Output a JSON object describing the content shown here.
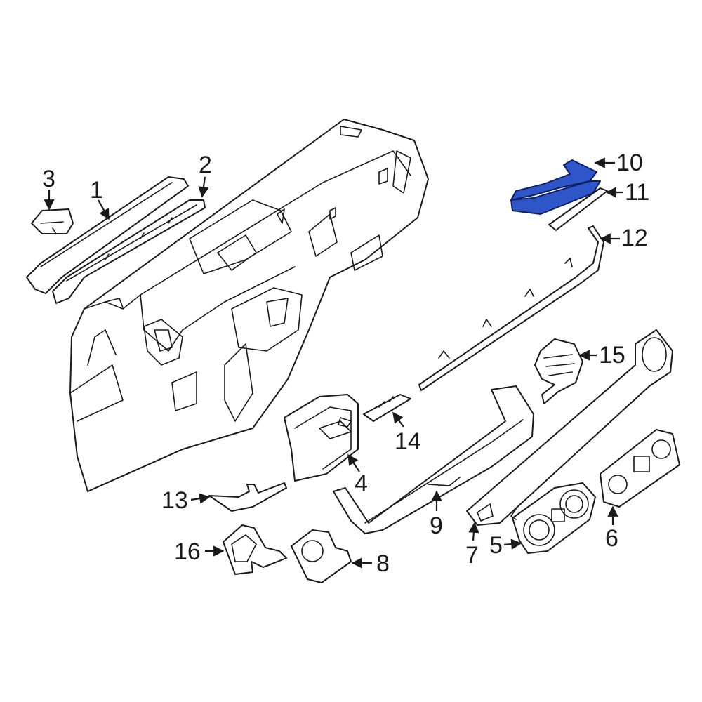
{
  "diagram": {
    "highlight_color": "#2f56c8",
    "line_color": "#1a1a1a",
    "background": "#ffffff",
    "highlighted_part": "10",
    "callouts": {
      "c1": "1",
      "c2": "2",
      "c3": "3",
      "c4": "4",
      "c5": "5",
      "c6": "6",
      "c7": "7",
      "c8": "8",
      "c9": "9",
      "c10": "10",
      "c11": "11",
      "c12": "12",
      "c13": "13",
      "c14": "14",
      "c15": "15",
      "c16": "16"
    }
  }
}
